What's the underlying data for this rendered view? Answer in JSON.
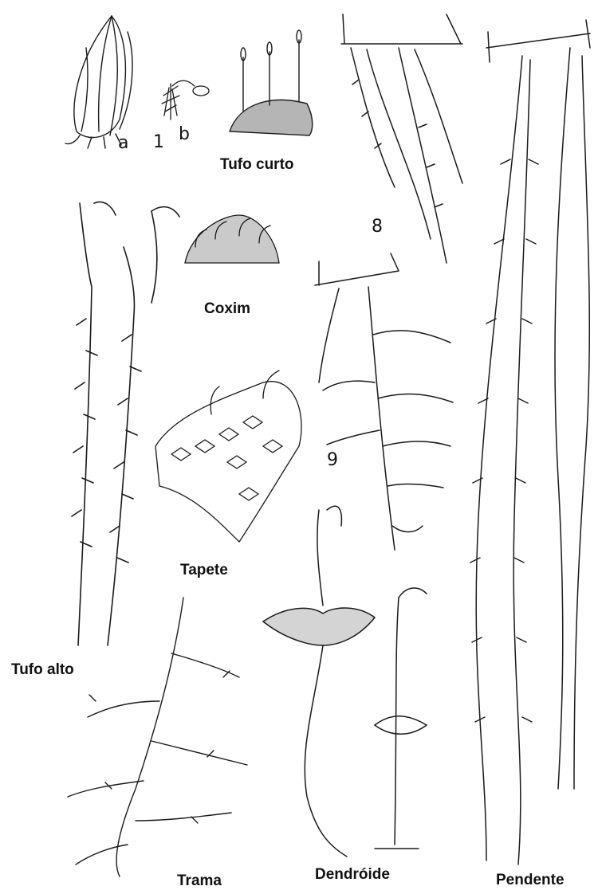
{
  "labels": {
    "a": "a",
    "one": "1",
    "b": "b",
    "tufo_curto": "Tufo curto",
    "eight": "8",
    "coxim": "Coxim",
    "nine": "9",
    "tapete": "Tapete",
    "tufo_alto": "Tufo alto",
    "trama": "Trama",
    "dendroide": "Dendróide",
    "pendente": "Pendente"
  }
}
